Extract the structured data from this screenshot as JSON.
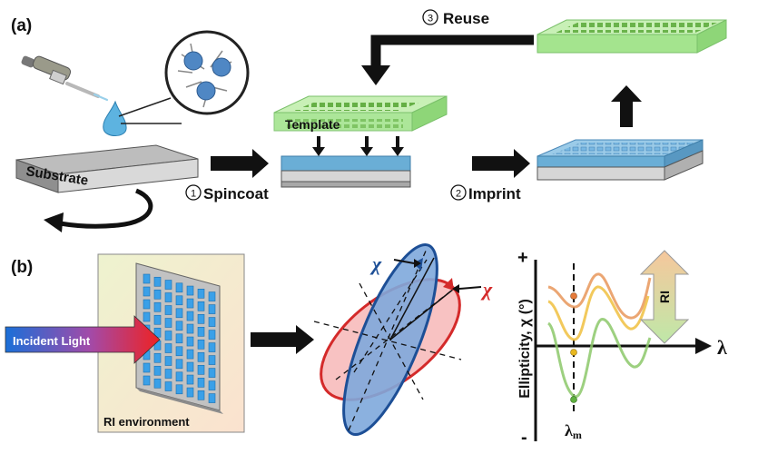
{
  "panel_a": {
    "label": "(a)",
    "substrate_label": "Substrate",
    "template_label": "Template",
    "steps": [
      {
        "number": "1",
        "label": "Spincoat"
      },
      {
        "number": "2",
        "label": "Imprint"
      },
      {
        "number": "3",
        "label": "Reuse"
      }
    ],
    "colors": {
      "template": "#9fe08a",
      "film": "#6aaed6",
      "substrate": "#c8c8c8"
    }
  },
  "panel_b": {
    "label": "(b)",
    "incident_light_label": "Incident Light",
    "environment_label": "RI environment",
    "ellipse_symbol": "χ",
    "plot": {
      "y_axis_label": "Ellipticity, χ (°)",
      "y_plus": "+",
      "y_minus": "-",
      "x_axis_symbol": "λ",
      "marker_label_main": "λ",
      "marker_label_sub": "m",
      "ri_label": "RI",
      "curve_colors": [
        "#e8965a",
        "#f0c040",
        "#8cc86a"
      ]
    }
  }
}
